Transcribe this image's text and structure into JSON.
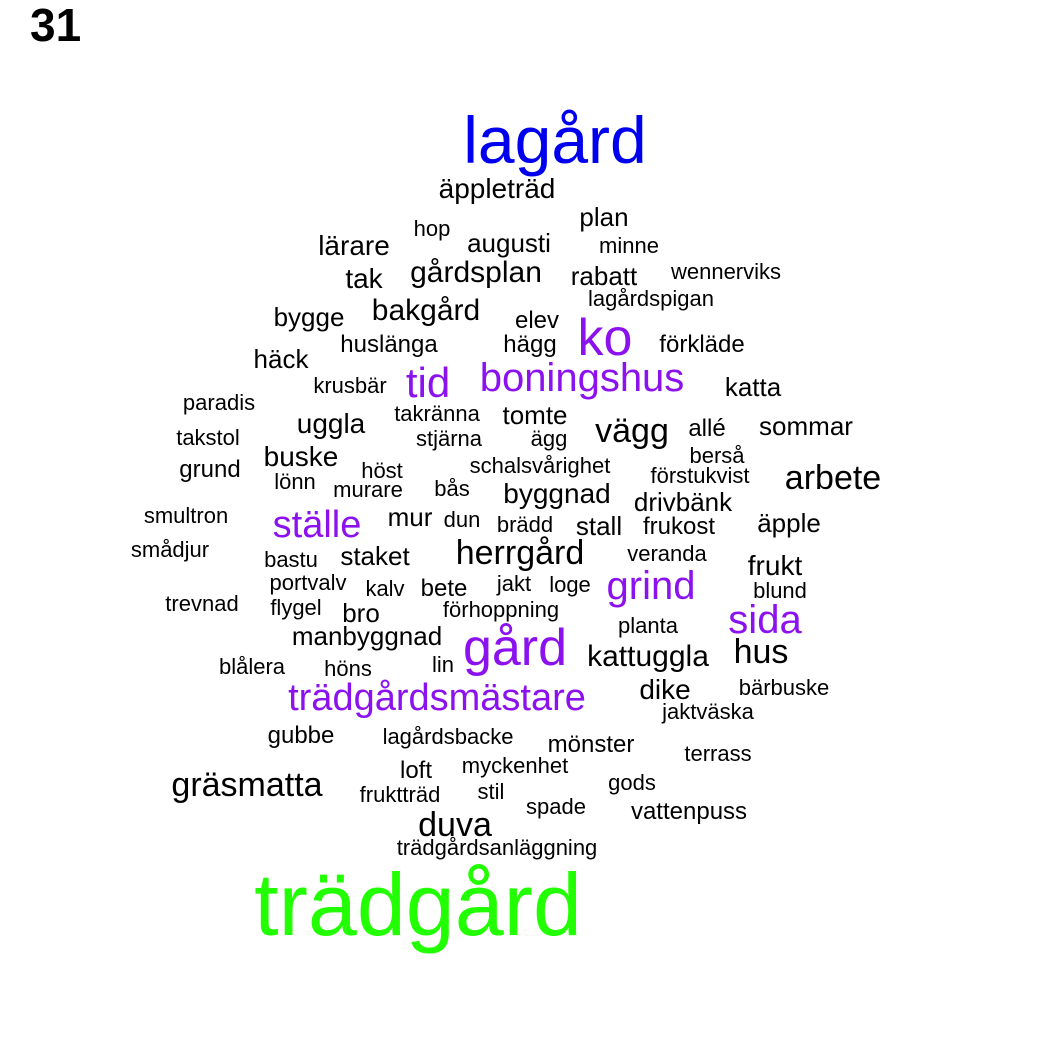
{
  "page_number": "31",
  "colors": {
    "blue": "#0000ee",
    "green": "#22ff00",
    "purple": "#8b12ee",
    "black": "#000000"
  },
  "words": [
    {
      "text": "lagård",
      "color": "blue"
    },
    {
      "text": "trädgård",
      "color": "green"
    },
    {
      "text": "ko",
      "color": "purple"
    },
    {
      "text": "tid",
      "color": "purple"
    },
    {
      "text": "boningshus",
      "color": "purple"
    },
    {
      "text": "ställe",
      "color": "purple"
    },
    {
      "text": "grind",
      "color": "purple"
    },
    {
      "text": "sida",
      "color": "purple"
    },
    {
      "text": "gård",
      "color": "purple"
    },
    {
      "text": "trädgårdsmästare",
      "color": "purple"
    },
    {
      "text": "äppleträd",
      "color": "black"
    },
    {
      "text": "plan",
      "color": "black"
    },
    {
      "text": "hop",
      "color": "black"
    },
    {
      "text": "lärare",
      "color": "black"
    },
    {
      "text": "augusti",
      "color": "black"
    },
    {
      "text": "minne",
      "color": "black"
    },
    {
      "text": "tak",
      "color": "black"
    },
    {
      "text": "gårdsplan",
      "color": "black"
    },
    {
      "text": "rabatt",
      "color": "black"
    },
    {
      "text": "wennerviks",
      "color": "black"
    },
    {
      "text": "lagårdspigan",
      "color": "black"
    },
    {
      "text": "bygge",
      "color": "black"
    },
    {
      "text": "bakgård",
      "color": "black"
    },
    {
      "text": "elev",
      "color": "black"
    },
    {
      "text": "häck",
      "color": "black"
    },
    {
      "text": "huslänga",
      "color": "black"
    },
    {
      "text": "hägg",
      "color": "black"
    },
    {
      "text": "förkläde",
      "color": "black"
    },
    {
      "text": "krusbär",
      "color": "black"
    },
    {
      "text": "katta",
      "color": "black"
    },
    {
      "text": "paradis",
      "color": "black"
    },
    {
      "text": "uggla",
      "color": "black"
    },
    {
      "text": "takränna",
      "color": "black"
    },
    {
      "text": "tomte",
      "color": "black"
    },
    {
      "text": "vägg",
      "color": "black"
    },
    {
      "text": "allé",
      "color": "black"
    },
    {
      "text": "sommar",
      "color": "black"
    },
    {
      "text": "takstol",
      "color": "black"
    },
    {
      "text": "stjärna",
      "color": "black"
    },
    {
      "text": "ägg",
      "color": "black"
    },
    {
      "text": "berså",
      "color": "black"
    },
    {
      "text": "grund",
      "color": "black"
    },
    {
      "text": "buske",
      "color": "black"
    },
    {
      "text": "höst",
      "color": "black"
    },
    {
      "text": "schalsvårighet",
      "color": "black"
    },
    {
      "text": "förstukvist",
      "color": "black"
    },
    {
      "text": "arbete",
      "color": "black"
    },
    {
      "text": "lönn",
      "color": "black"
    },
    {
      "text": "murare",
      "color": "black"
    },
    {
      "text": "bås",
      "color": "black"
    },
    {
      "text": "byggnad",
      "color": "black"
    },
    {
      "text": "drivbänk",
      "color": "black"
    },
    {
      "text": "smultron",
      "color": "black"
    },
    {
      "text": "mur",
      "color": "black"
    },
    {
      "text": "dun",
      "color": "black"
    },
    {
      "text": "brädd",
      "color": "black"
    },
    {
      "text": "stall",
      "color": "black"
    },
    {
      "text": "frukost",
      "color": "black"
    },
    {
      "text": "äpple",
      "color": "black"
    },
    {
      "text": "smådjur",
      "color": "black"
    },
    {
      "text": "bastu",
      "color": "black"
    },
    {
      "text": "staket",
      "color": "black"
    },
    {
      "text": "herrgård",
      "color": "black"
    },
    {
      "text": "veranda",
      "color": "black"
    },
    {
      "text": "frukt",
      "color": "black"
    },
    {
      "text": "portvalv",
      "color": "black"
    },
    {
      "text": "kalv",
      "color": "black"
    },
    {
      "text": "bete",
      "color": "black"
    },
    {
      "text": "jakt",
      "color": "black"
    },
    {
      "text": "loge",
      "color": "black"
    },
    {
      "text": "blund",
      "color": "black"
    },
    {
      "text": "trevnad",
      "color": "black"
    },
    {
      "text": "flygel",
      "color": "black"
    },
    {
      "text": "bro",
      "color": "black"
    },
    {
      "text": "förhoppning",
      "color": "black"
    },
    {
      "text": "planta",
      "color": "black"
    },
    {
      "text": "manbyggnad",
      "color": "black"
    },
    {
      "text": "kattuggla",
      "color": "black"
    },
    {
      "text": "hus",
      "color": "black"
    },
    {
      "text": "blålera",
      "color": "black"
    },
    {
      "text": "höns",
      "color": "black"
    },
    {
      "text": "lin",
      "color": "black"
    },
    {
      "text": "dike",
      "color": "black"
    },
    {
      "text": "bärbuske",
      "color": "black"
    },
    {
      "text": "jaktväska",
      "color": "black"
    },
    {
      "text": "gubbe",
      "color": "black"
    },
    {
      "text": "lagårdsbacke",
      "color": "black"
    },
    {
      "text": "mönster",
      "color": "black"
    },
    {
      "text": "terrass",
      "color": "black"
    },
    {
      "text": "loft",
      "color": "black"
    },
    {
      "text": "myckenhet",
      "color": "black"
    },
    {
      "text": "gräsmatta",
      "color": "black"
    },
    {
      "text": "gods",
      "color": "black"
    },
    {
      "text": "fruktträd",
      "color": "black"
    },
    {
      "text": "stil",
      "color": "black"
    },
    {
      "text": "spade",
      "color": "black"
    },
    {
      "text": "vattenpuss",
      "color": "black"
    },
    {
      "text": "duva",
      "color": "black"
    },
    {
      "text": "trädgårdsanläggning",
      "color": "black"
    }
  ]
}
